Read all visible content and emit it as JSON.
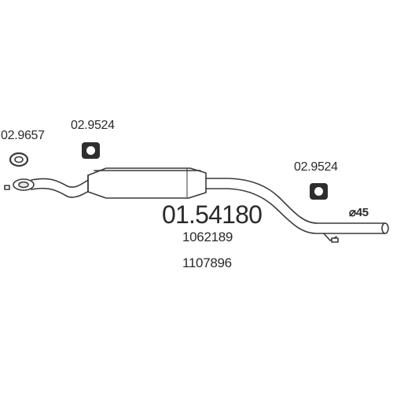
{
  "diagram": {
    "part_number": "01.54180",
    "oem_numbers": [
      "1062189",
      "1107896"
    ],
    "accessories": [
      {
        "label": "02.9657",
        "kind": "gasket"
      },
      {
        "label": "02.9524",
        "kind": "rubber-hanger"
      },
      {
        "label": "02.9524",
        "kind": "rubber-hanger"
      }
    ],
    "pipe_diameter": "⌀45"
  },
  "colors": {
    "outline": "#3a3a3a",
    "text": "#2a2a2a",
    "background": "#ffffff"
  }
}
